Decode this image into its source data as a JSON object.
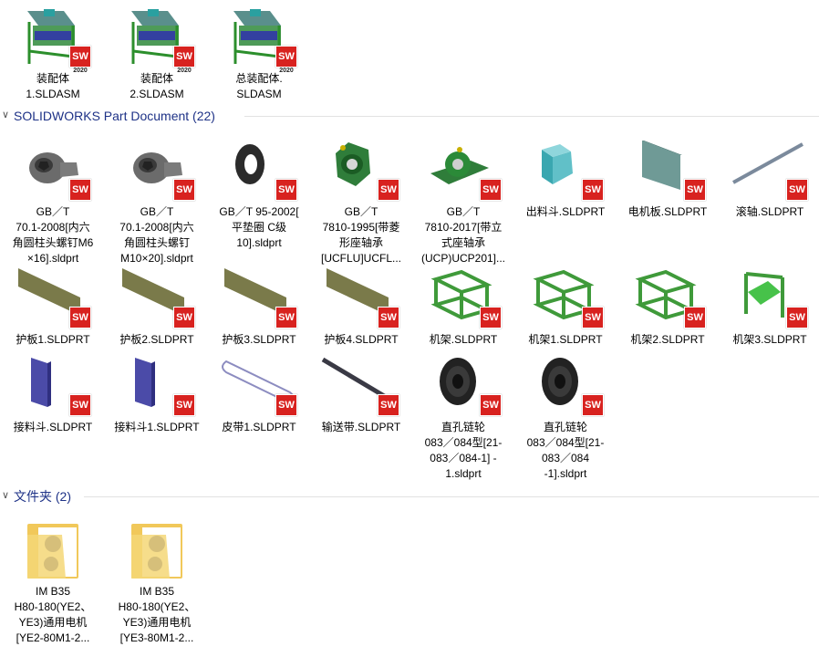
{
  "assemblies": [
    {
      "label": "装配体\n1.SLDASM",
      "badge": "SW",
      "year": "2020",
      "icon": "assembly-icon"
    },
    {
      "label": "装配体\n2.SLDASM",
      "badge": "SW",
      "year": "2020",
      "icon": "assembly-icon"
    },
    {
      "label": "总装配体.\nSLDASM",
      "badge": "SW",
      "year": "2020",
      "icon": "assembly-icon"
    }
  ],
  "groups": {
    "parts": {
      "chevron": "∨",
      "title": "SOLIDWORKS Part Document (22)"
    },
    "folders": {
      "chevron": "∨",
      "title": "文件夹 (2)"
    }
  },
  "parts": [
    {
      "label": "GB／T\n70.1-2008[内六\n角圆柱头螺钉M6\n×16].sldprt",
      "icon": "hex-socket-screw-icon",
      "badge": "SW"
    },
    {
      "label": "GB／T\n70.1-2008[内六\n角圆柱头螺钉\nM10×20].sldprt",
      "icon": "hex-socket-screw-icon",
      "badge": "SW"
    },
    {
      "label": "GB／T 95-2002[\n平垫圈 C级\n10].sldprt",
      "icon": "washer-icon",
      "badge": "SW"
    },
    {
      "label": "GB／T\n7810-1995[带菱\n形座轴承\n[UCFLU]UCFL...",
      "icon": "flange-bearing-icon",
      "badge": "SW"
    },
    {
      "label": "GB／T\n7810-2017[带立\n式座轴承\n(UCP)UCP201]...",
      "icon": "pillow-block-icon",
      "badge": "SW"
    },
    {
      "label": "出料斗.SLDPRT",
      "icon": "hopper-icon",
      "badge": "SW"
    },
    {
      "label": "电机板.SLDPRT",
      "icon": "plate-icon",
      "badge": "SW"
    },
    {
      "label": "滚轴.SLDPRT",
      "icon": "shaft-icon",
      "badge": "SW"
    },
    {
      "label": "护板1.SLDPRT",
      "icon": "guard-plate-icon",
      "badge": "SW"
    },
    {
      "label": "护板2.SLDPRT",
      "icon": "guard-plate-icon",
      "badge": "SW"
    },
    {
      "label": "护板3.SLDPRT",
      "icon": "guard-plate-icon",
      "badge": "SW"
    },
    {
      "label": "护板4.SLDPRT",
      "icon": "guard-plate-icon",
      "badge": "SW"
    },
    {
      "label": "机架.SLDPRT",
      "icon": "frame-icon",
      "badge": "SW"
    },
    {
      "label": "机架1.SLDPRT",
      "icon": "frame-icon",
      "badge": "SW"
    },
    {
      "label": "机架2.SLDPRT",
      "icon": "frame-icon",
      "badge": "SW"
    },
    {
      "label": "机架3.SLDPRT",
      "icon": "frame-chute-icon",
      "badge": "SW"
    },
    {
      "label": "接料斗.SLDPRT",
      "icon": "receiving-hopper-icon",
      "badge": "SW"
    },
    {
      "label": "接料斗1.SLDPRT",
      "icon": "receiving-hopper-icon",
      "badge": "SW"
    },
    {
      "label": "皮带1.SLDPRT",
      "icon": "belt-icon",
      "badge": "SW"
    },
    {
      "label": "输送带.SLDPRT",
      "icon": "conveyor-belt-icon",
      "badge": "SW"
    },
    {
      "label": "直孔链轮\n083／084型[21-\n083／084-1] -\n1.sldprt",
      "icon": "sprocket-icon",
      "badge": "SW"
    },
    {
      "label": "直孔链轮\n083／084型[21-\n083／084\n-1].sldprt",
      "icon": "sprocket-icon",
      "badge": "SW"
    }
  ],
  "folders": [
    {
      "label": "IM B35\nH80-180(YE2、\nYE3)通用电机\n[YE2-80M1-2...",
      "icon": "folder-icon"
    },
    {
      "label": "IM B35\nH80-180(YE2、\nYE3)通用电机\n[YE3-80M1-2...",
      "icon": "folder-icon"
    }
  ],
  "colors": {
    "header_text": "#1e3287",
    "badge": "#d8221f",
    "frame_green": "#3f9a3a"
  }
}
